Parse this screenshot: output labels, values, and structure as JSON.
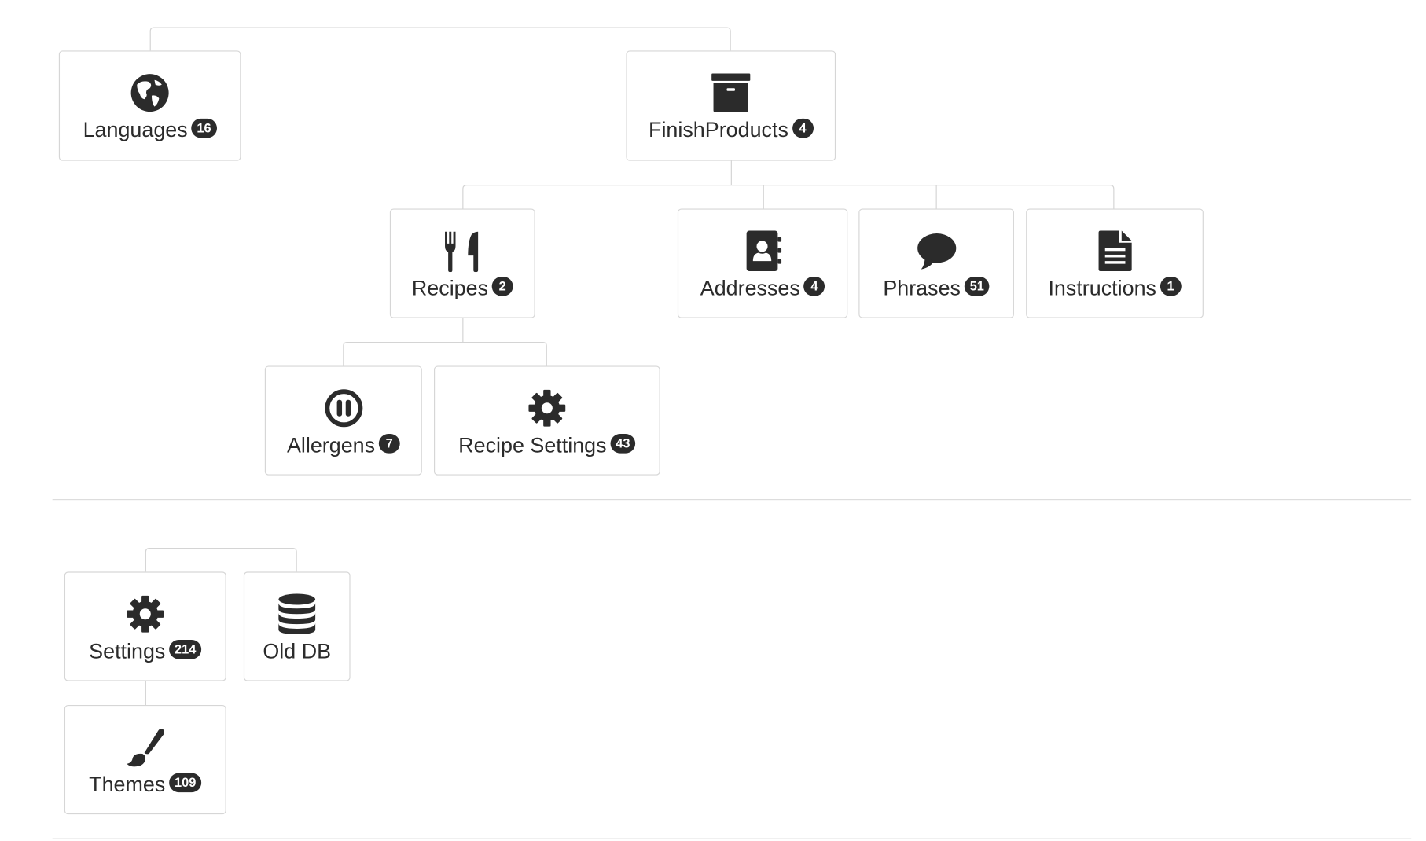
{
  "colors": {
    "icon": "#2b2b2b",
    "badge_background": "#2b2b2b",
    "badge_text": "#ffffff",
    "border": "#d6d6d6",
    "connector": "#d4d4d4"
  },
  "groups": [
    {
      "nodes": {
        "languages": {
          "label": "Languages",
          "count": "16",
          "icon": "globe-icon"
        },
        "finish_products": {
          "label": "FinishProducts",
          "count": "4",
          "icon": "archive-box-icon"
        },
        "recipes": {
          "label": "Recipes",
          "count": "2",
          "icon": "fork-knife-icon"
        },
        "addresses": {
          "label": "Addresses",
          "count": "4",
          "icon": "address-book-icon"
        },
        "phrases": {
          "label": "Phrases",
          "count": "51",
          "icon": "speech-bubble-icon"
        },
        "instructions": {
          "label": "Instructions",
          "count": "1",
          "icon": "document-icon"
        },
        "allergens": {
          "label": "Allergens",
          "count": "7",
          "icon": "pause-circle-icon"
        },
        "recipe_settings": {
          "label": "Recipe Settings",
          "count": "43",
          "icon": "gear-icon"
        }
      }
    },
    {
      "nodes": {
        "settings": {
          "label": "Settings",
          "count": "214",
          "icon": "gear-icon"
        },
        "old_db": {
          "label": "Old DB",
          "icon": "database-icon"
        },
        "themes": {
          "label": "Themes",
          "count": "109",
          "icon": "paintbrush-icon"
        }
      }
    }
  ]
}
